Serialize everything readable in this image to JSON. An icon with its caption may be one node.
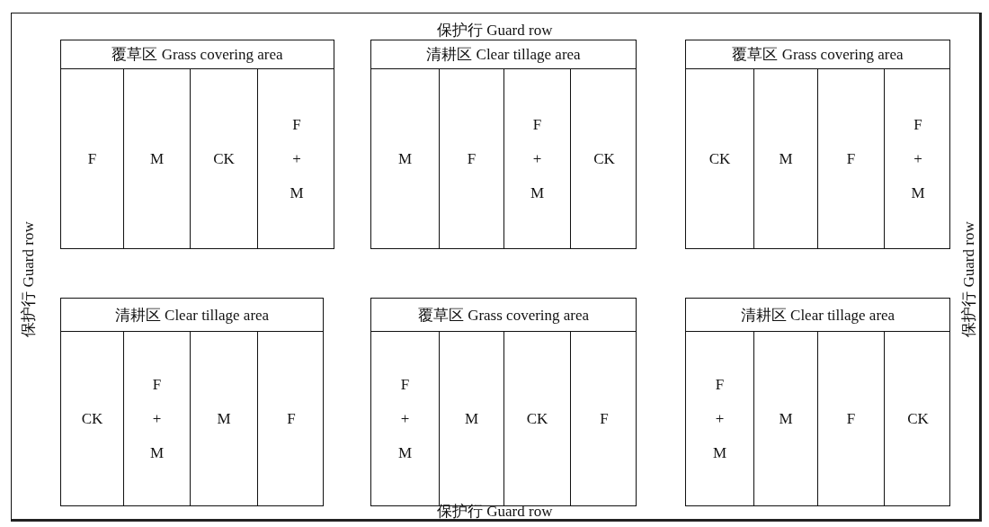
{
  "diagram": {
    "nodes": [
      {
        "text": [
          "覆草区 Grass covering area"
        ]
      },
      {
        "text": [
          "F"
        ],
        "in": 0
      },
      {
        "text": [
          "M"
        ],
        "in": 0
      },
      {
        "text": [
          "CK"
        ],
        "in": 0
      },
      {
        "text": [
          "F + M"
        ],
        "in": 0
      },
      {
        "text": [
          "清耕区 Clear tillage area"
        ]
      },
      {
        "text": [
          "M"
        ],
        "in": 5
      },
      {
        "text": [
          "F"
        ],
        "in": 5
      },
      {
        "text": [
          "F + M"
        ],
        "in": 5
      },
      {
        "text": [
          "CK"
        ],
        "in": 5
      },
      {
        "text": [
          "覆草区 Grass covering area"
        ]
      },
      {
        "text": [
          "CK"
        ],
        "in": 10
      },
      {
        "text": [
          "M"
        ],
        "in": 10
      },
      {
        "text": [
          "F"
        ],
        "in": 10
      },
      {
        "text": [
          "F + M"
        ],
        "in": 10
      },
      {
        "text": [
          "清耕区 Clear tillage area"
        ]
      },
      {
        "text": [
          "CK"
        ],
        "in": 15
      },
      {
        "text": [
          "F + M"
        ],
        "in": 15
      },
      {
        "text": [
          "M"
        ],
        "in": 15
      },
      {
        "text": [
          "F"
        ],
        "in": 15
      },
      {
        "text": [
          "覆草区 Grass covering area"
        ]
      },
      {
        "text": [
          "F + M"
        ],
        "in": 20
      },
      {
        "text": [
          "M"
        ],
        "in": 20
      },
      {
        "text": [
          "CK"
        ],
        "in": 20
      },
      {
        "text": [
          "F"
        ],
        "in": 20
      },
      {
        "text": [
          "清耕区 Clear tillage area"
        ]
      },
      {
        "text": [
          "F + M"
        ],
        "in": 25
      },
      {
        "text": [
          "M"
        ],
        "in": 25
      },
      {
        "text": [
          "F"
        ],
        "in": 25
      },
      {
        "text": [
          "CK"
        ],
        "in": 25
      }
    ],
    "labels": [
      "保护行 Guard row",
      "保护行 Guard row",
      "保护行 Guard row",
      "保护行 Guard row"
    ]
  }
}
